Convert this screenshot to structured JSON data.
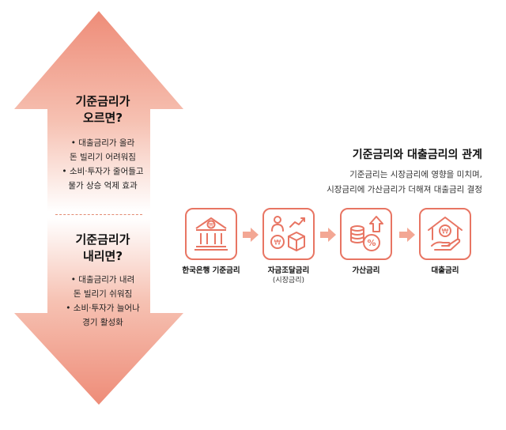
{
  "left_panel": {
    "up": {
      "title_line1": "기준금리가",
      "title_line2": "오르면?",
      "bullets": [
        "• 대출금리가 올라",
        "돈 빌리기 어려워짐",
        "• 소비·투자가 줄어들고",
        "물가 상승 억제 효과"
      ]
    },
    "down": {
      "title_line1": "기준금리가",
      "title_line2": "내리면?",
      "bullets": [
        "• 대출금리가 내려",
        "돈 빌리기 쉬워짐",
        "• 소비·투자가 늘어나",
        "경기 활성화"
      ]
    }
  },
  "right_panel": {
    "title": "기준금리와 대출금리의 관계",
    "desc_line1": "기준금리는 시장금리에 영향을 미치며,",
    "desc_line2": "시장금리에 가산금리가 더해져 대출금리 결정",
    "steps": [
      {
        "label": "한국은행 기준금리",
        "sub": "",
        "icon": "bank-icon"
      },
      {
        "label": "자금조달금리",
        "sub": "(시장금리)",
        "icon": "market-rate-icon"
      },
      {
        "label": "가산금리",
        "sub": "",
        "icon": "added-rate-icon"
      },
      {
        "label": "대출금리",
        "sub": "",
        "icon": "loan-rate-icon"
      }
    ],
    "icon_symbols": {
      "won": "₩",
      "percent": "%"
    }
  },
  "colors": {
    "accent": "#e87563",
    "arrow_strong": "#ee8c78",
    "arrow_light": "#fbe3db"
  }
}
